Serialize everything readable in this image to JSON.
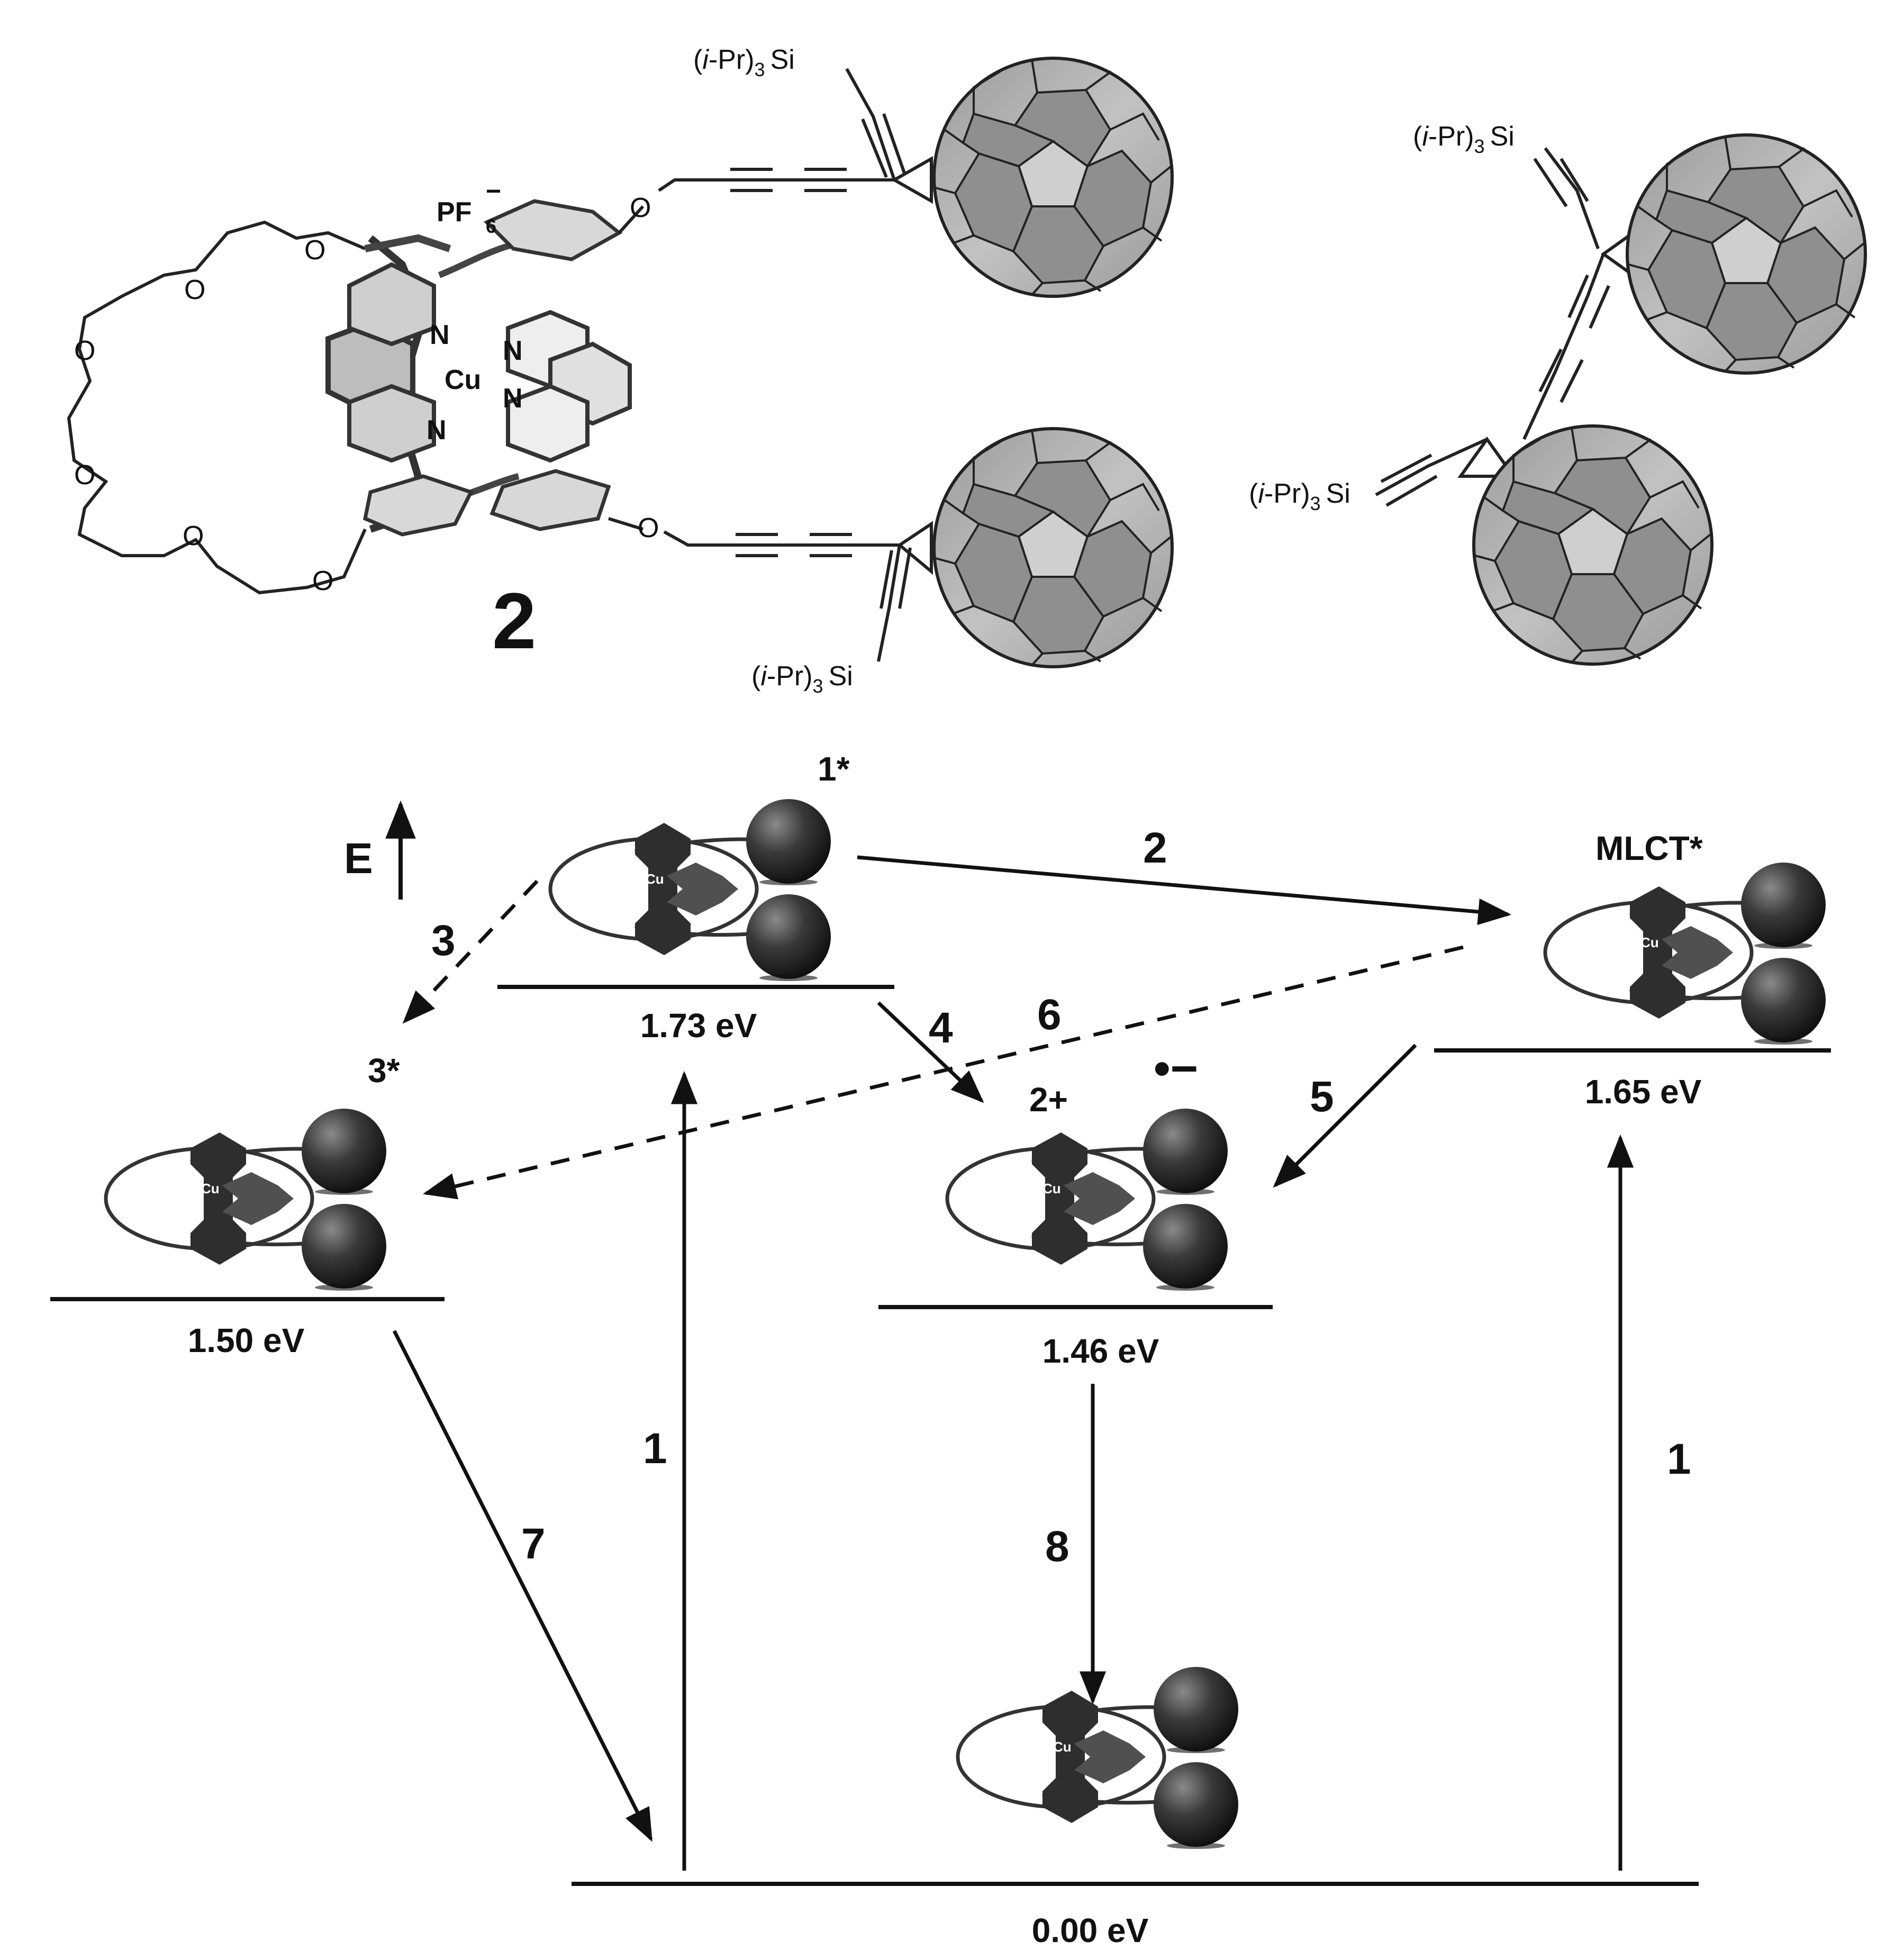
{
  "colors": {
    "ink": "#111111",
    "fullerene_fill": "#9a9a9a",
    "fullerene_highlight": "#dcdcdc",
    "ball_dark": "#1a1a1a",
    "ball_light": "#6a6a6a",
    "phen_dark": "#2c2c2c",
    "phen_light": "#4d4d4d"
  },
  "molecule": {
    "compound_number": "2",
    "counter_ion": "PF",
    "counter_ion_sub": "6",
    "counter_ion_charge": "−",
    "metal": "Cu",
    "nitrogen": "N",
    "oxygen": "O",
    "silyl_prefix": "(",
    "silyl_italic": "i",
    "silyl_mid": "-Pr)",
    "silyl_sub": "3",
    "silyl_suffix": "Si"
  },
  "diagram": {
    "energy_axis_label": "E",
    "cu_label": "Cu",
    "states": [
      {
        "id": "state-1star",
        "tag": "1*",
        "energy": "1.73 eV"
      },
      {
        "id": "state-mlct",
        "tag": "MLCT*",
        "energy": "1.65 eV"
      },
      {
        "id": "state-3star",
        "tag": "3*",
        "energy": "1.50 eV"
      },
      {
        "id": "state-cs",
        "tag": "2+",
        "radical": "•−",
        "energy": "1.46 eV"
      },
      {
        "id": "state-ground",
        "tag": "",
        "energy": "0.00 eV"
      }
    ],
    "processes": [
      "1",
      "1",
      "2",
      "3",
      "4",
      "5",
      "6",
      "7",
      "8"
    ]
  }
}
